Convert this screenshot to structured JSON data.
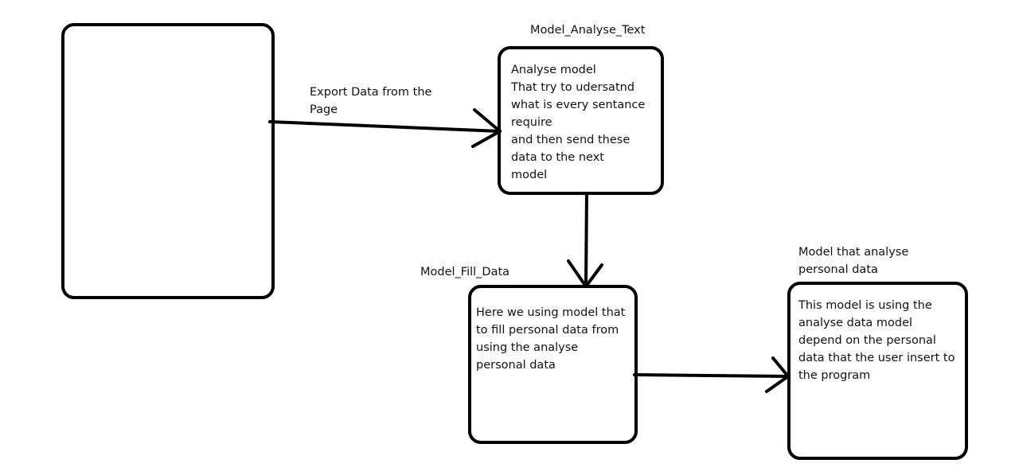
{
  "labels": {
    "export": "Export Data from the\nPage",
    "analyse_title": "Model_Analyse_Text",
    "fill_title": "Model_Fill_Data",
    "personal_title": "Model that analyse\npersonal data"
  },
  "boxes": {
    "source": "",
    "analyse": "Analyse model\nThat try to udersatnd\nwhat is every sentance\nrequire\nand then send these\ndata to the next\nmodel",
    "fill": "Here we using model that\nto fill personal data from\nusing the analyse\npersonal data",
    "personal": "This model is using the\nanalyse data model\ndepend on the personal\ndata that the user insert to\nthe program"
  },
  "colors": {
    "stroke": "#000000",
    "text": "#111111"
  }
}
